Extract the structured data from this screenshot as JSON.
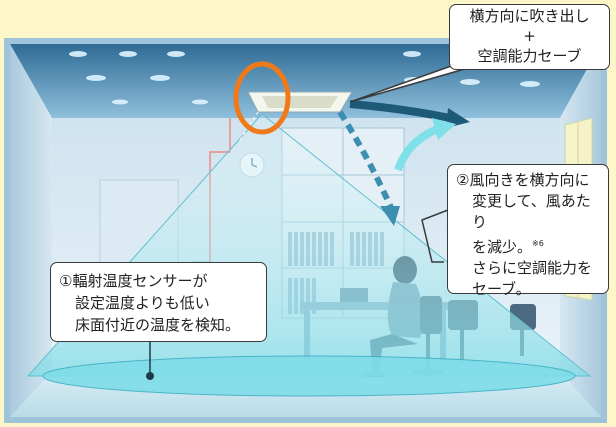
{
  "callouts": {
    "top": {
      "line1": "横方向に吹き出し",
      "line2": "+",
      "line3": "空調能力セーブ"
    },
    "right": {
      "line1": "②風向きを横方向に",
      "line2": "変更して、風あたり",
      "line3": "を減少。",
      "note": "※6",
      "line4": "さらに空調能力を",
      "line5": "セーブ。"
    },
    "left": {
      "line1": "①輻射温度センサーが",
      "line2": "設定温度よりも低い",
      "line3": "床面付近の温度を検知。"
    }
  },
  "colors": {
    "background": "#fdf6c8",
    "sensor_circle": "#f07a1a",
    "airflow_arrow": "#1d5a78",
    "sensing_area": "#5fd6e0"
  }
}
